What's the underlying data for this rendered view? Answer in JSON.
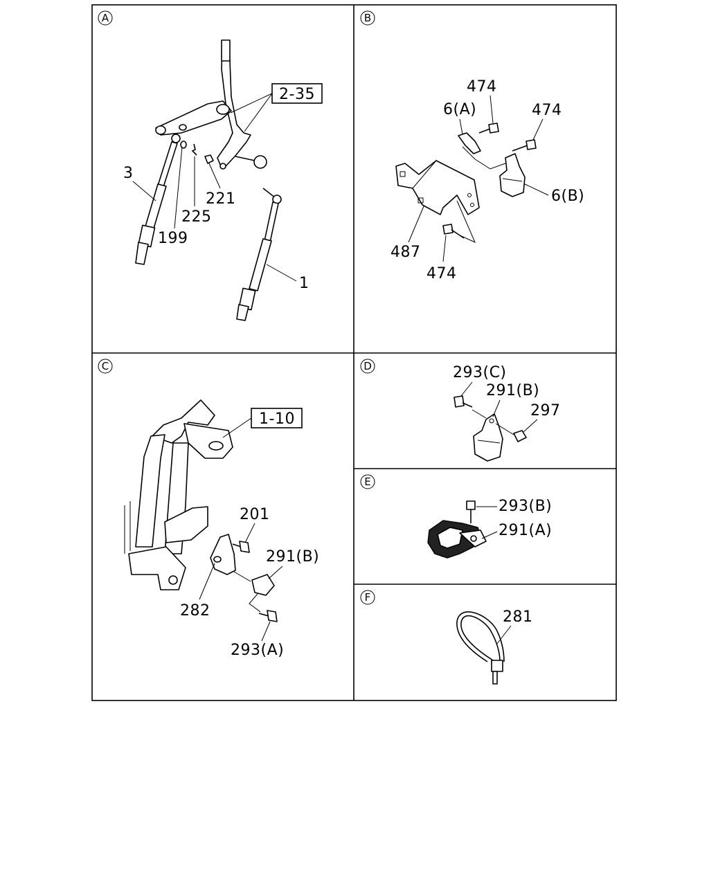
{
  "panels": {
    "A": {
      "id": "A",
      "ref_box": "2-35",
      "callouts": [
        "3",
        "199",
        "225",
        "221",
        "1"
      ]
    },
    "B": {
      "id": "B",
      "callouts": [
        "474",
        "6(A)",
        "474",
        "6(B)",
        "487",
        "474"
      ]
    },
    "C": {
      "id": "C",
      "ref_box": "1-10",
      "callouts": [
        "201",
        "291(B)",
        "282",
        "293(A)"
      ]
    },
    "D": {
      "id": "D",
      "callouts": [
        "293(C)",
        "291(B)",
        "297"
      ]
    },
    "E": {
      "id": "E",
      "callouts": [
        "293(B)",
        "291(A)"
      ]
    },
    "F": {
      "id": "F",
      "callouts": [
        "281"
      ]
    }
  }
}
